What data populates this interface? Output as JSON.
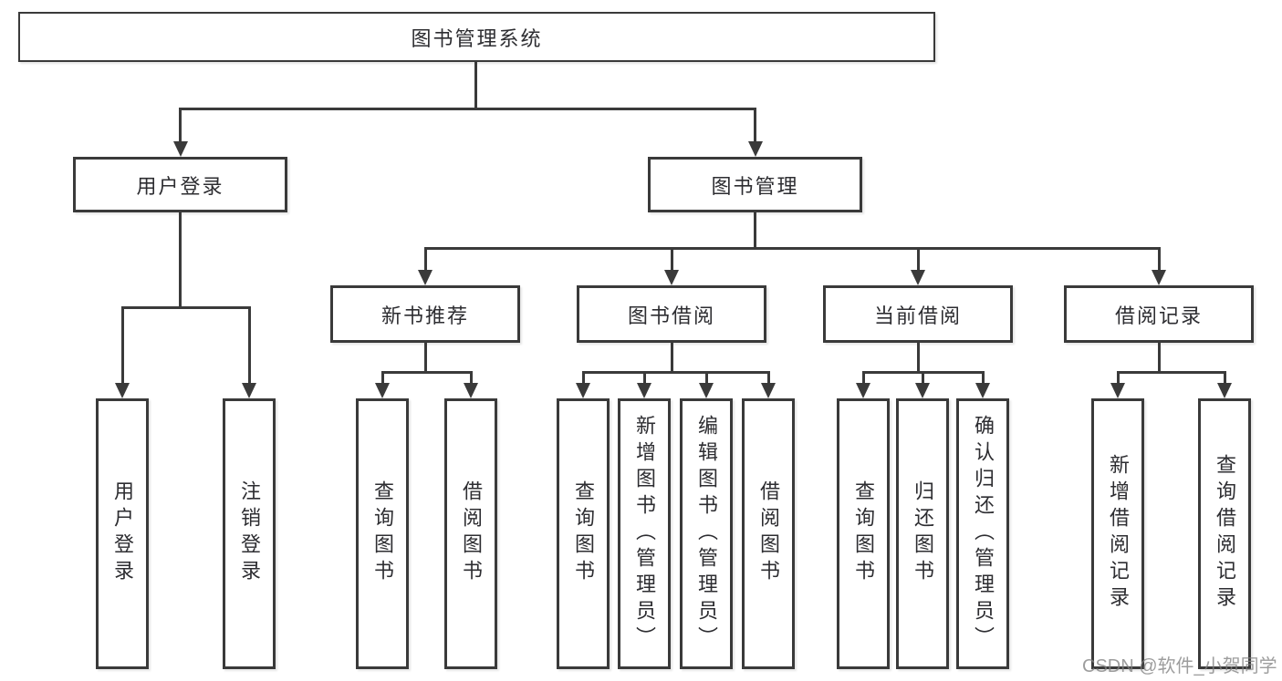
{
  "tree": {
    "root": "图书管理系统",
    "user_branch": {
      "label": "用户登录",
      "children": [
        "用户登录",
        "注销登录"
      ]
    },
    "mgmt_branch": {
      "label": "图书管理",
      "sections": [
        {
          "label": "新书推荐",
          "children": [
            "查询图书",
            "借阅图书"
          ]
        },
        {
          "label": "图书借阅",
          "children": [
            "查询图书",
            "新增图书（管理员）",
            "编辑图书（管理员）",
            "借阅图书"
          ]
        },
        {
          "label": "当前借阅",
          "children": [
            "查询图书",
            "归还图书",
            "确认归还（管理员）"
          ]
        },
        {
          "label": "借阅记录",
          "children": [
            "新增借阅记录",
            "查询借阅记录"
          ]
        }
      ]
    }
  },
  "watermark": {
    "text": "CSDN @软件_小贺同学"
  },
  "colors": {
    "line": "#3a3a3a",
    "box_border": "#3a3a3a",
    "text": "#2d2d31",
    "watermark": "#828282",
    "background": "#ffffff"
  }
}
